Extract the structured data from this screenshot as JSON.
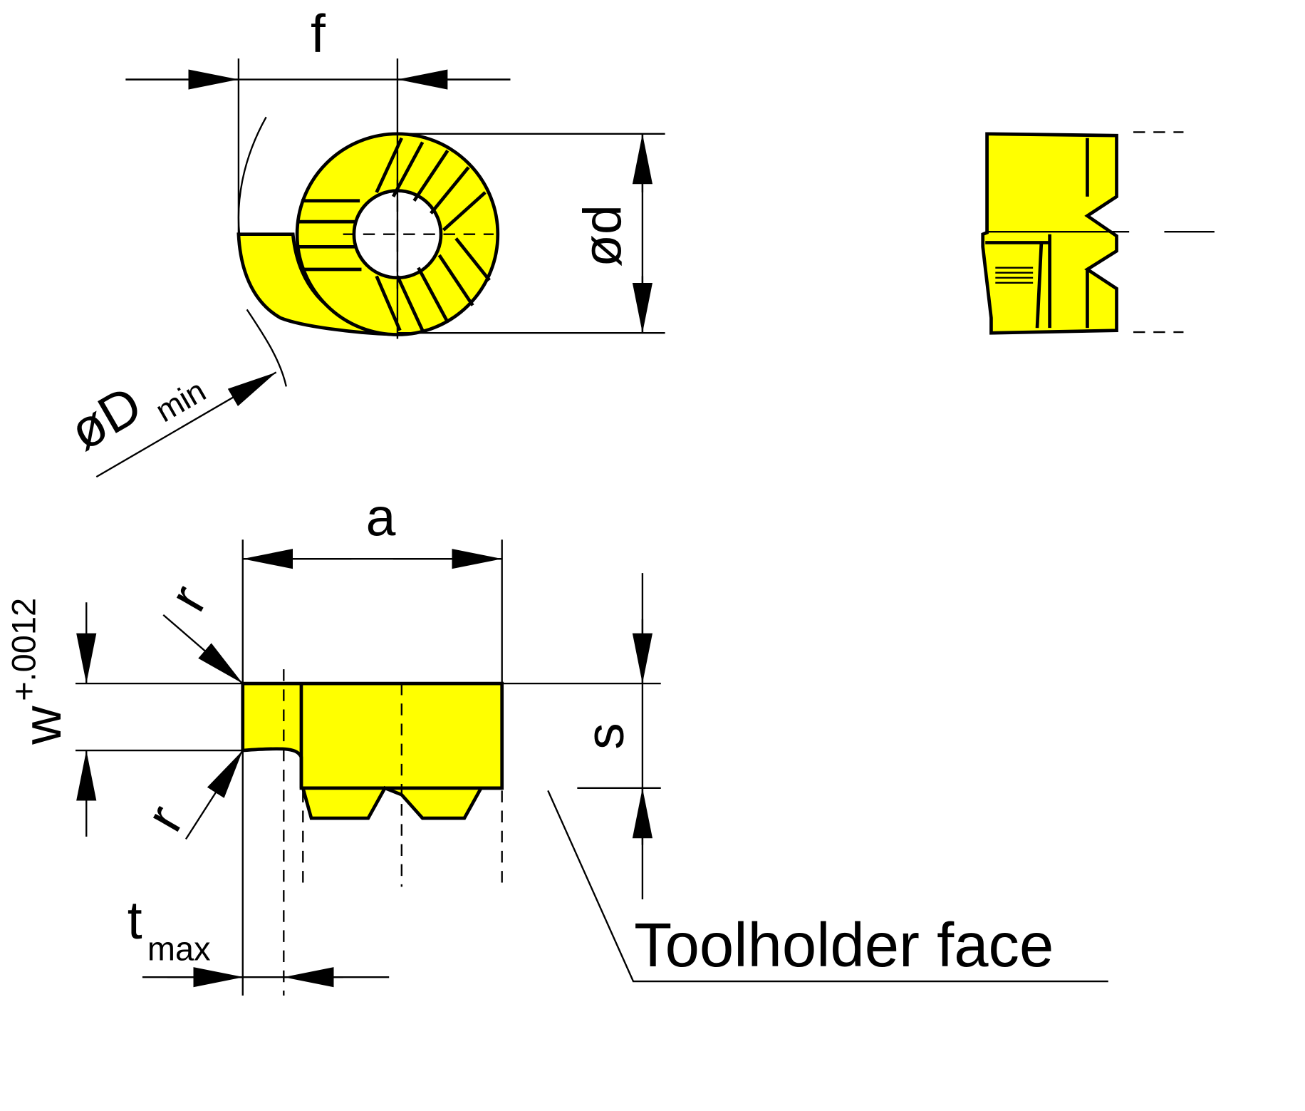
{
  "colors": {
    "insert_fill": "#ffff00",
    "line": "#000000"
  },
  "labels": {
    "f": "f",
    "d": "ød",
    "Dmin_main": "øD",
    "Dmin_sub": "min",
    "a": "a",
    "w_main": "w",
    "w_tol": "+.0012",
    "r_top": "r",
    "r_bottom": "r",
    "s": "s",
    "t_main": "t",
    "t_sub": "max",
    "toolholder": "Toolholder face"
  }
}
